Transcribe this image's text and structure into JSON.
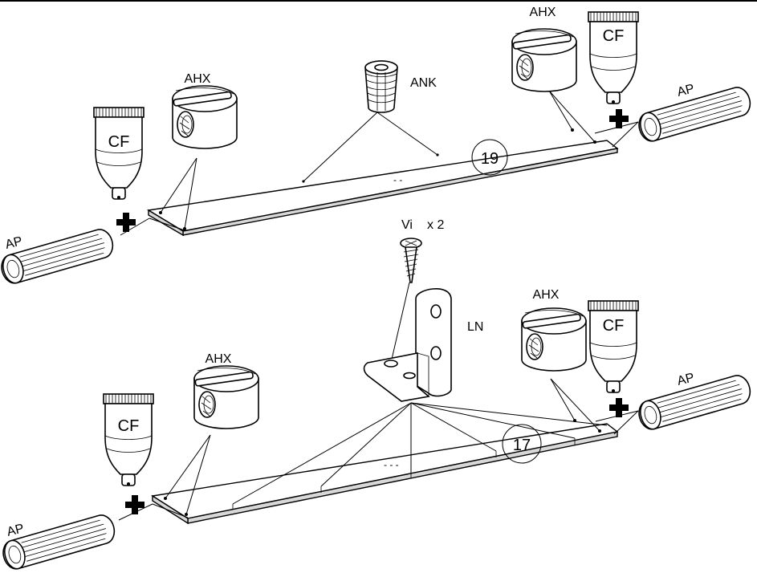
{
  "diagram": {
    "top_step": {
      "part_number": "19",
      "labels": {
        "ap_left": "AP",
        "ap_right": "AP",
        "cf_left": "CF",
        "cf_right": "CF",
        "ahx_left": "AHX",
        "ahx_right": "AHX",
        "ank": "ANK"
      },
      "dots": "- -"
    },
    "bottom_step": {
      "part_number": "17",
      "labels": {
        "ap_left": "AP",
        "ap_right": "AP",
        "cf_left": "CF",
        "cf_right": "CF",
        "ahx_left": "AHX",
        "ahx_right": "AHX",
        "ln": "LN",
        "vi": "Vi",
        "qty": "x 2"
      },
      "dots": "- - -"
    }
  }
}
